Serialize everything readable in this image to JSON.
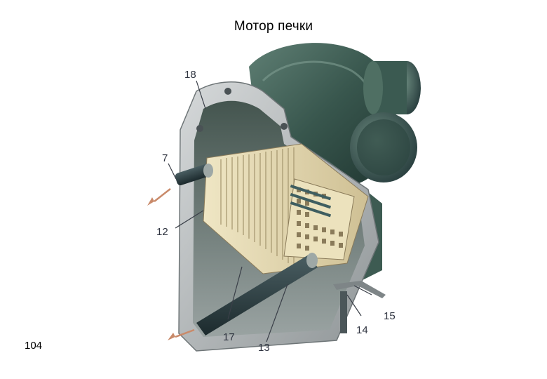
{
  "title": "Мотор печки",
  "page_number": "104",
  "callouts": [
    "18",
    "7",
    "12",
    "17",
    "13",
    "14",
    "15"
  ],
  "colors": {
    "housing_dark": "#2d4a42",
    "housing_mid": "#4f6f63",
    "frame_metal": "#b8bcbe",
    "core_fins": "#e5d9b4",
    "core_holes": "#8a7b5a",
    "pipe_dark": "#2a3b3f",
    "wire": "#c98a6a"
  },
  "icons": [
    "heater-core",
    "fan-housing",
    "inlet-pipe",
    "outlet-pipe"
  ]
}
